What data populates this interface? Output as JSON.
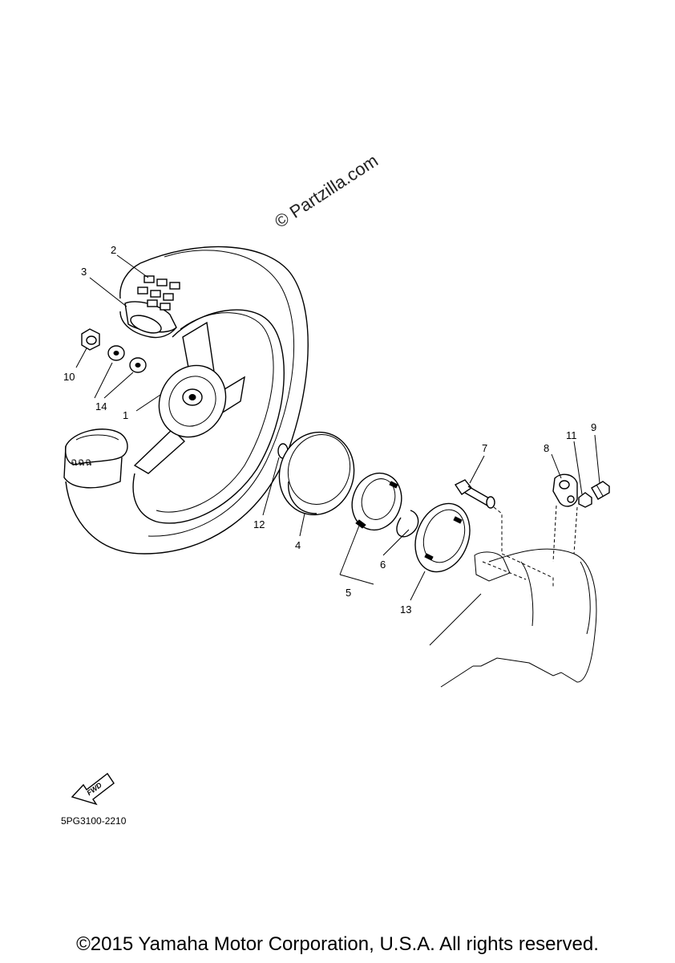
{
  "watermark": "© Partzilla.com",
  "fwd_label": "FWD",
  "diagram_code": "5PG3100-2210",
  "copyright": "©2015 Yamaha Motor Corporation, U.S.A. All rights reserved.",
  "callouts": {
    "c1": "1",
    "c2": "2",
    "c3": "3",
    "c4": "4",
    "c5": "5",
    "c6": "6",
    "c7": "7",
    "c8": "8",
    "c9": "9",
    "c10": "10",
    "c11": "11",
    "c12": "12",
    "c13": "13",
    "c14": "14"
  }
}
